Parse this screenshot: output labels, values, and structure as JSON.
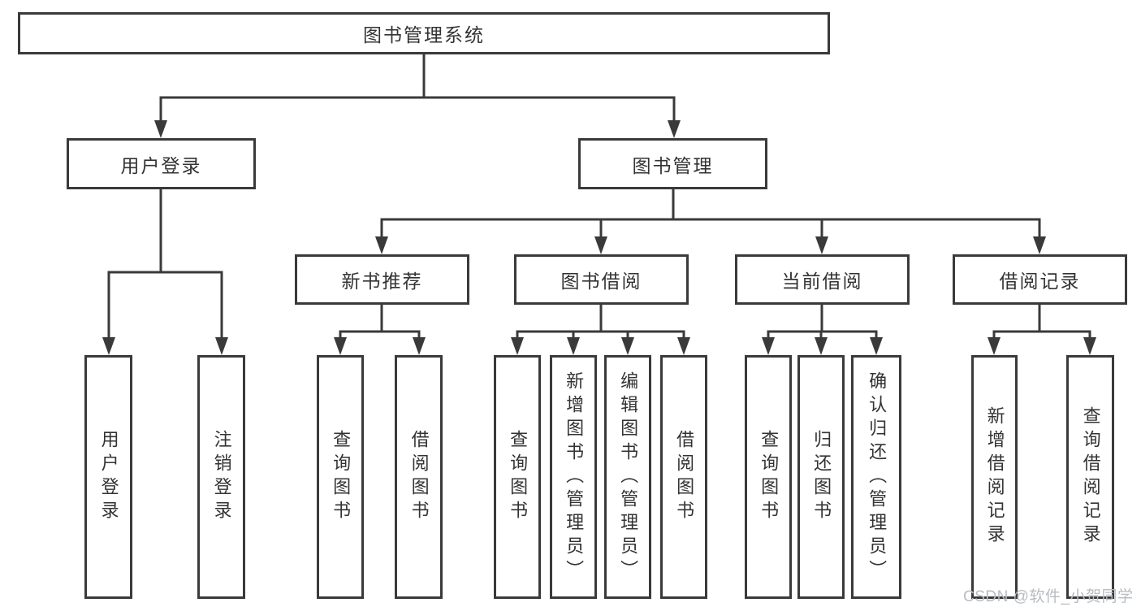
{
  "tree": {
    "label": "图书管理系统",
    "children": [
      {
        "label": "用户登录",
        "children": [
          {
            "label": "用户登录"
          },
          {
            "label": "注销登录"
          }
        ]
      },
      {
        "label": "图书管理",
        "children": [
          {
            "label": "新书推荐",
            "children": [
              {
                "label": "查询图书"
              },
              {
                "label": "借阅图书"
              }
            ]
          },
          {
            "label": "图书借阅",
            "children": [
              {
                "label": "查询图书"
              },
              {
                "label": "新增图书（管理员）"
              },
              {
                "label": "编辑图书（管理员）"
              },
              {
                "label": "借阅图书"
              }
            ]
          },
          {
            "label": "当前借阅",
            "children": [
              {
                "label": "查询图书"
              },
              {
                "label": "归还图书"
              },
              {
                "label": "确认归还（管理员）"
              }
            ]
          },
          {
            "label": "借阅记录",
            "children": [
              {
                "label": "新增借阅记录"
              },
              {
                "label": "查询借阅记录"
              }
            ]
          }
        ]
      }
    ]
  },
  "watermark": {
    "text": "CSDN @软件_小贺同学"
  },
  "colors": {
    "line": "#3a3a3a",
    "text": "#333333",
    "background": "#ffffff",
    "watermark": "#b8bcc1"
  }
}
